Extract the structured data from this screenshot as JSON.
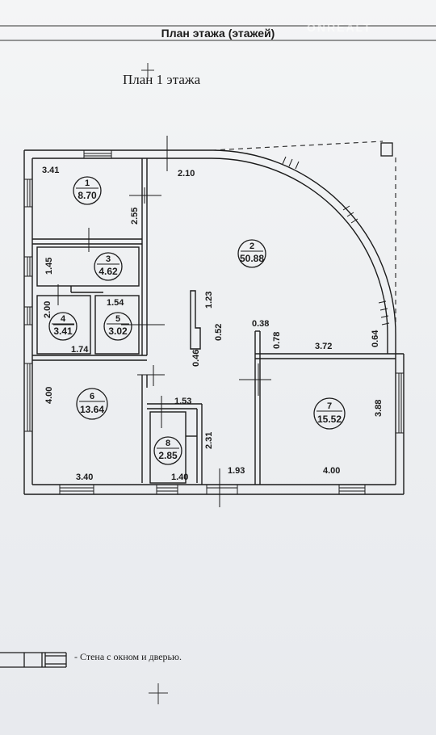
{
  "header": {
    "title": "План этажа (этажей)",
    "watermark": "ONREALT"
  },
  "floor_title": "План 1 этажа",
  "rooms": [
    {
      "number": "1",
      "area": "8.70"
    },
    {
      "number": "2",
      "area": "50.88"
    },
    {
      "number": "3",
      "area": "4.62"
    },
    {
      "number": "4",
      "area": "3.41"
    },
    {
      "number": "5",
      "area": "3.02"
    },
    {
      "number": "6",
      "area": "13.64"
    },
    {
      "number": "7",
      "area": "15.52"
    },
    {
      "number": "8",
      "area": "2.85"
    }
  ],
  "dimensions": {
    "d_3_41_top": "3.41",
    "d_2_10": "2.10",
    "d_2_55": "2.55",
    "d_1_45": "1.45",
    "d_1_23": "1.23",
    "d_1_54": "1.54",
    "d_2_00": "2.00",
    "d_0_52": "0.52",
    "d_0_38": "0.38",
    "d_0_78": "0.78",
    "d_3_72": "3.72",
    "d_0_64": "0.64",
    "d_0_46": "0.46",
    "d_1_74": "1.74",
    "d_4_00_left": "4.00",
    "d_1_53": "1.53",
    "d_2_31": "2.31",
    "d_3_88": "3.88",
    "d_3_40": "3.40",
    "d_1_40": "1.40",
    "d_1_93": "1.93",
    "d_4_00_bottom": "4.00"
  },
  "legend": {
    "text": "- Стена с окном и дверью."
  }
}
